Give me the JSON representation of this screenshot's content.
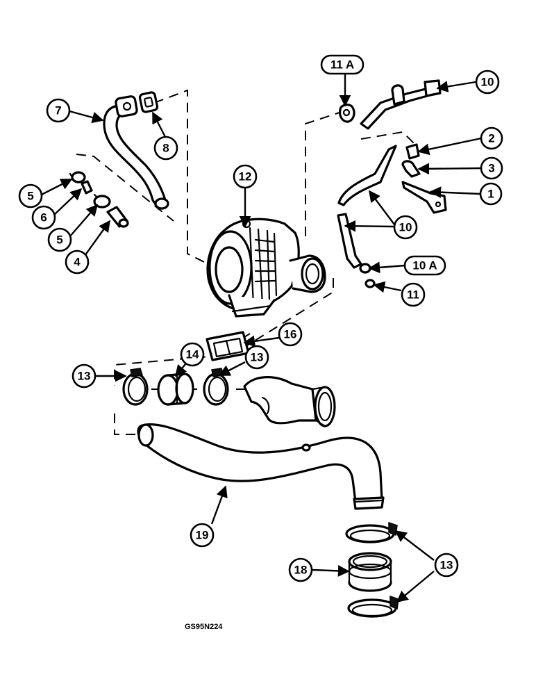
{
  "figure_code": "GS95N224",
  "callouts": {
    "c1": "1",
    "c2": "2",
    "c3": "3",
    "c4": "4",
    "c5a": "5",
    "c5b": "5",
    "c6": "6",
    "c7": "7",
    "c8": "8",
    "c10a": "10",
    "c10b": "10",
    "c10A": "10 A",
    "c11": "11",
    "c11A": "11 A",
    "c12": "12",
    "c13a": "13",
    "c13b": "13",
    "c13c": "13",
    "c14": "14",
    "c16": "16",
    "c18": "18",
    "c19": "19"
  }
}
